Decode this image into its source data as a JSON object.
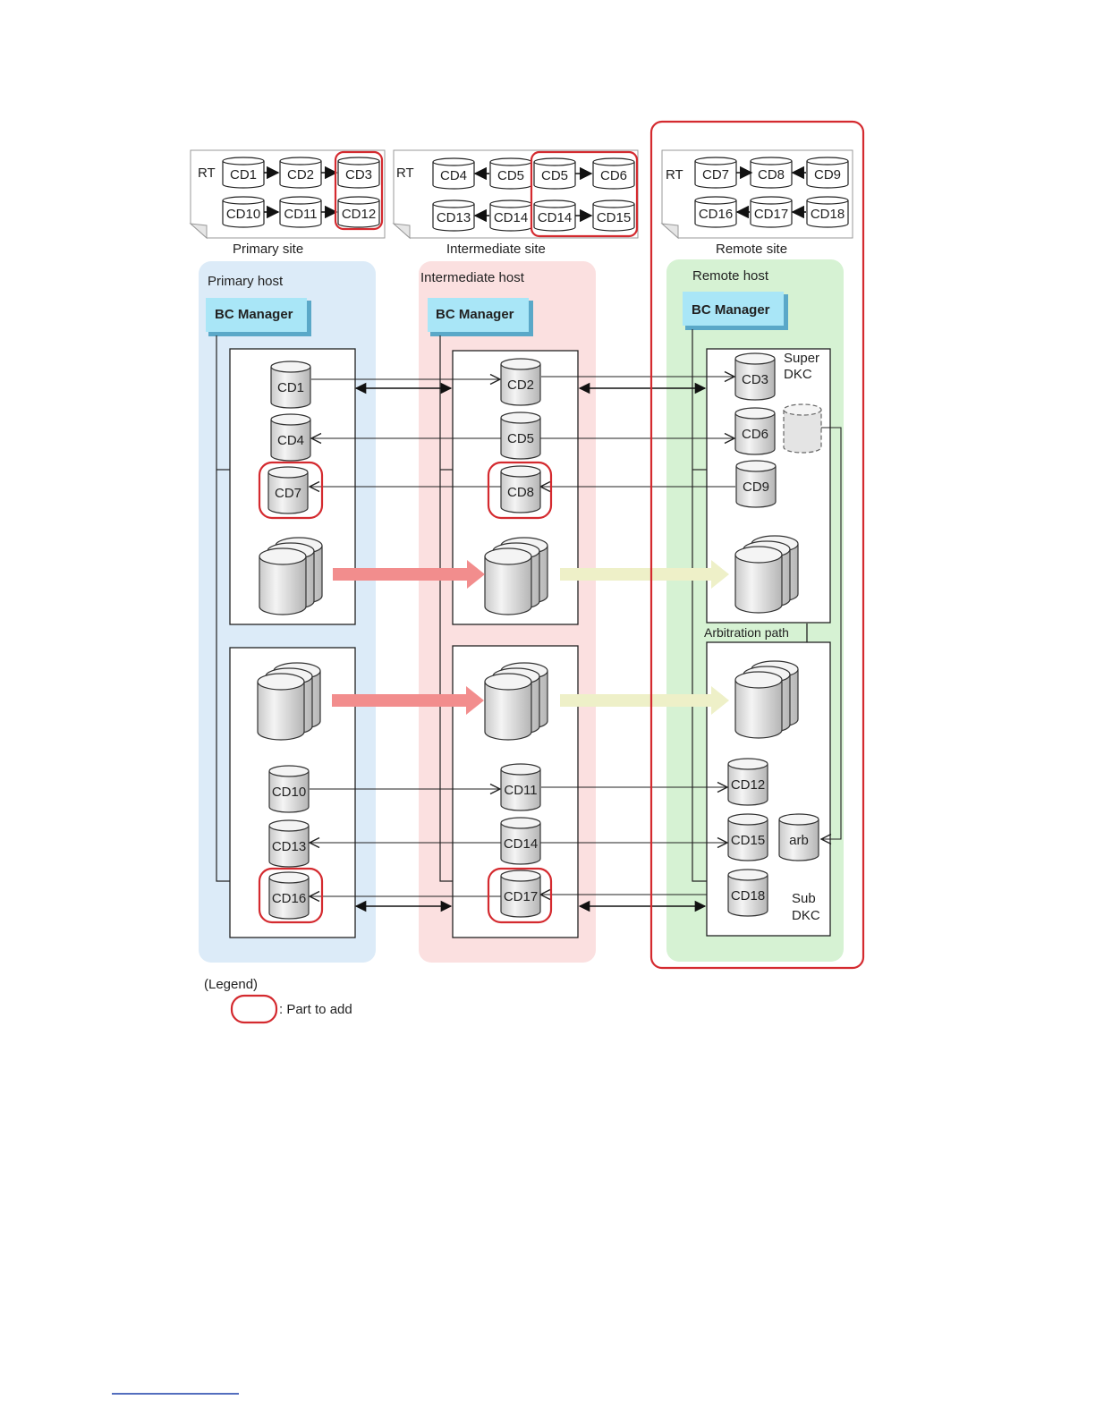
{
  "sites": {
    "primary": {
      "label": "Primary site",
      "rt": "RT",
      "row1": [
        "CD1",
        "CD2",
        "CD3"
      ],
      "row2": [
        "CD10",
        "CD11",
        "CD12"
      ]
    },
    "intermediate": {
      "label": "Intermediate site",
      "rt": "RT",
      "row1": [
        "CD4",
        "CD5",
        "CD5",
        "CD6"
      ],
      "row2": [
        "CD13",
        "CD14",
        "CD14",
        "CD15"
      ]
    },
    "remote": {
      "label": "Remote site",
      "rt": "RT",
      "row1": [
        "CD7",
        "CD8",
        "CD9"
      ],
      "row2": [
        "CD16",
        "CD17",
        "CD18"
      ]
    }
  },
  "hosts": {
    "primary": {
      "label": "Primary host",
      "bc_manager": "BC Manager"
    },
    "intermediate": {
      "label": "Intermediate host",
      "bc_manager": "BC Manager"
    },
    "remote": {
      "label": "Remote host",
      "bc_manager": "BC Manager"
    }
  },
  "volumes": {
    "primary": [
      "CD1",
      "CD4",
      "CD7",
      "CD10",
      "CD13",
      "CD16"
    ],
    "intermediate": [
      "CD2",
      "CD5",
      "CD8",
      "CD11",
      "CD14",
      "CD17"
    ],
    "remote": [
      "CD3",
      "CD6",
      "CD9",
      "CD12",
      "CD15",
      "arb",
      "CD18"
    ]
  },
  "labels": {
    "super_dkc_1": "Super",
    "super_dkc_2": "DKC",
    "sub_dkc_1": "Sub",
    "sub_dkc_2": "DKC",
    "arbitration_path": "Arbitration path"
  },
  "legend": {
    "title": "(Legend)",
    "part_to_add": ": Part to add"
  },
  "colors": {
    "highlight": "#d42a2f",
    "primary_host_bg": "#dcebf8",
    "intermediate_host_bg": "#fbe0e0",
    "remote_host_bg": "#d6f2d3",
    "bc_manager": "#a9e6f7",
    "sync_arrow": "#f28d8d",
    "async_arrow": "#eef0c8"
  }
}
